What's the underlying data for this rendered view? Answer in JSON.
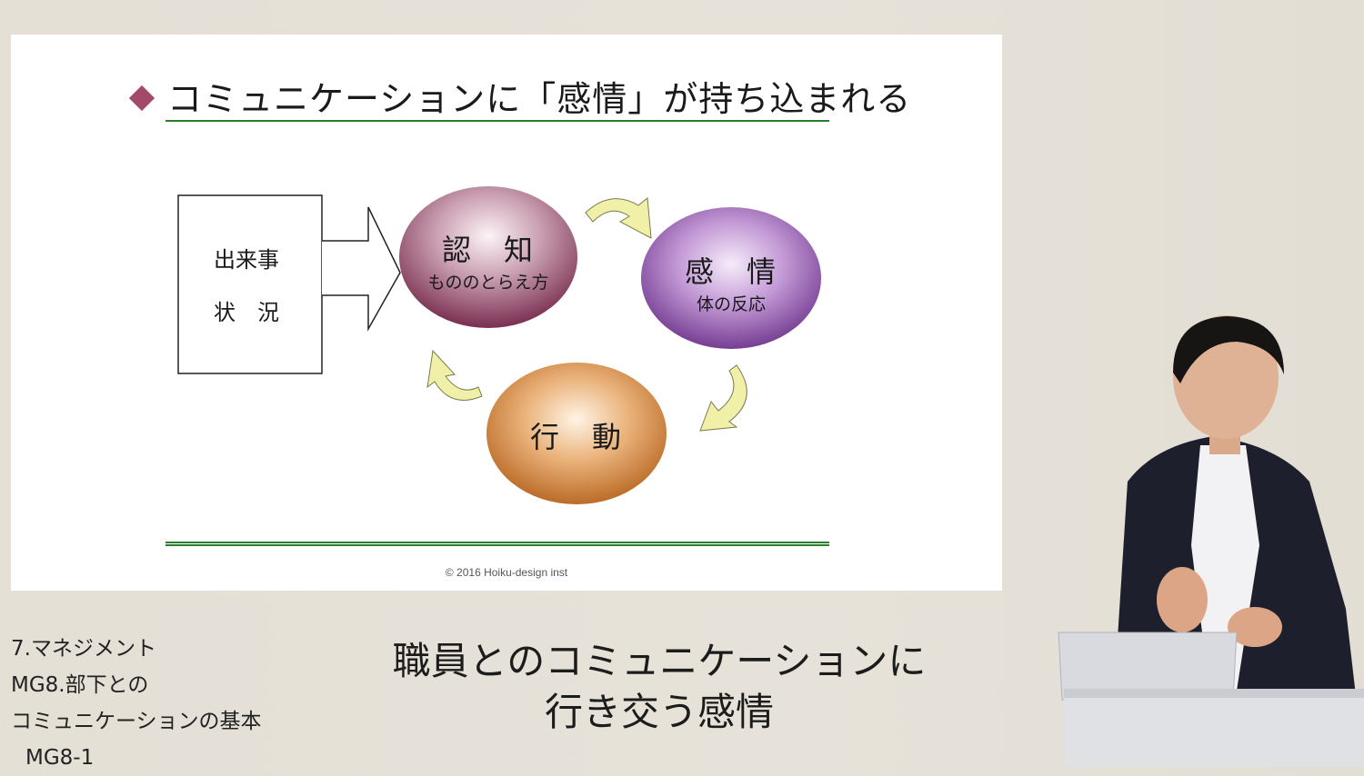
{
  "slide": {
    "title": "コミュニケーションに「感情」が持ち込まれる",
    "event_box": {
      "line1": "出来事",
      "line2": "状　況"
    },
    "cycle": [
      {
        "title": "認　知",
        "subtitle": "もののとらえ方",
        "color": "#8a3a5c"
      },
      {
        "title": "感　情",
        "subtitle": "体の反応",
        "color": "#7d3f98"
      },
      {
        "title": "行　動",
        "subtitle": "",
        "color": "#c06a1c"
      }
    ],
    "copyright": "© 2016 Hoiku-design inst"
  },
  "course_info": {
    "line1": "7.マネジメント",
    "line2": "MG8.部下との",
    "line3": "コミュニケーションの基本",
    "line4": "MG8-1"
  },
  "caption": {
    "line1": "職員とのコミュニケーションに",
    "line2": "行き交う感情"
  },
  "colors": {
    "accent_diamond": "#a3496c",
    "rule": "#2a7d2e",
    "arrow_fill": "#f0f0a8"
  }
}
